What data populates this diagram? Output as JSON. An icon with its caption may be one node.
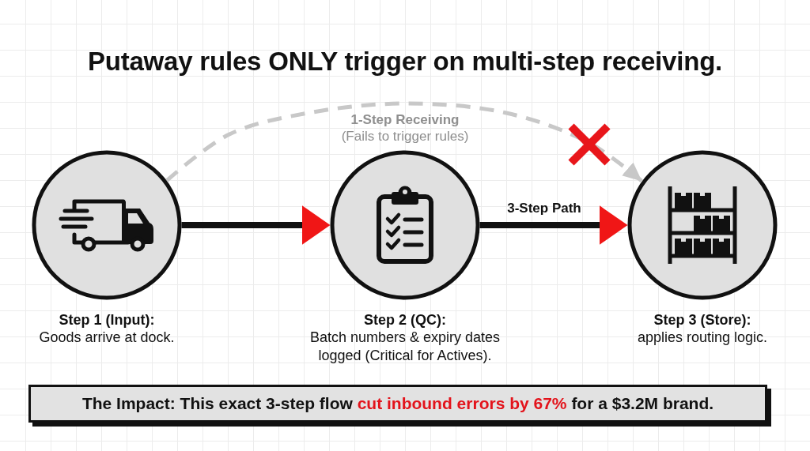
{
  "diagram": {
    "title": "Putaway rules ONLY trigger on multi-step receiving.",
    "nodes": [
      {
        "text": [
          "Step 1 (Input):",
          "Goods arrive at dock."
        ]
      },
      {
        "text": [
          "Step 2 (QC):",
          "Batch numbers & expiry dates logged (Critical for Actives)."
        ]
      },
      {
        "text": [
          "Step 3 (Store):",
          "applies routing logic."
        ]
      },
      {
        "text": [
          "The Impact: This exact 3-step flow",
          "cut inbound errors by 67%",
          "for a $3.2M brand."
        ]
      }
    ],
    "edges": [
      {
        "from": 0,
        "to": 1,
        "arrow": "to"
      },
      {
        "from": 1,
        "to": 2,
        "arrow": "to",
        "label": "3-Step Path"
      },
      {
        "from": 0,
        "to": 2,
        "arrow": "to",
        "label": "1-Step Receiving",
        "style": "dashed",
        "color": "#c8c8c8"
      }
    ],
    "labels": [
      "(Fails to trigger rules)"
    ]
  }
}
